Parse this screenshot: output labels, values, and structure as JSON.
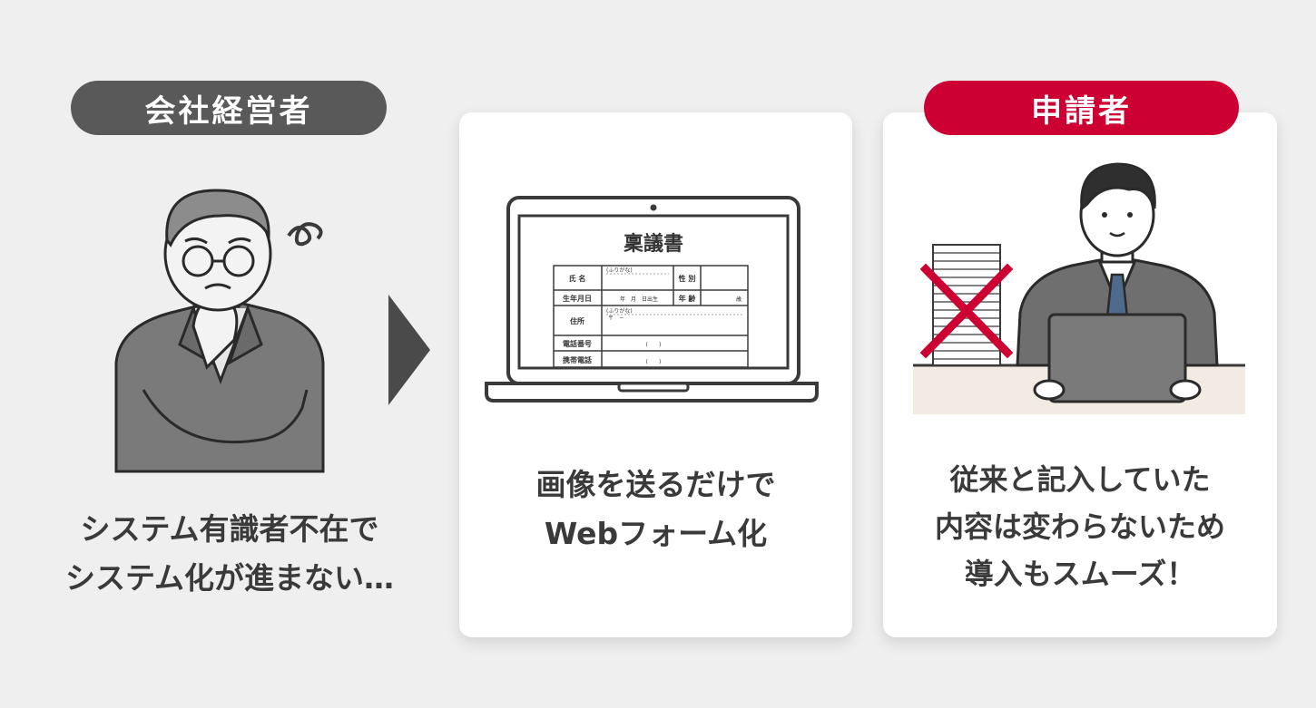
{
  "left": {
    "label": "会社経営者",
    "caption_line1": "システム有識者不在で",
    "caption_line2": "システム化が進まない…"
  },
  "middle": {
    "caption_line1": "画像を送るだけで",
    "caption_line2": "Webフォーム化",
    "form": {
      "title": "稟議書",
      "rows": [
        "氏 名",
        "生年月日",
        "住所",
        "電話番号",
        "携帯電話"
      ],
      "gender_label": "性 別",
      "age_label": "年 齢",
      "furigana": "(ふりがな)",
      "date_text": "年　月　日出生",
      "age_unit": "歳",
      "postal": "〒　－",
      "phone_paren": "(　　)"
    }
  },
  "right": {
    "label": "申請者",
    "caption_line1": "従来と記入していた",
    "caption_line2": "内容は変わらないため",
    "caption_line3": "導入もスムーズ！"
  },
  "colors": {
    "background": "#efefef",
    "accent_red": "#cc0033",
    "dark_gray": "#595959",
    "card": "#ffffff"
  }
}
